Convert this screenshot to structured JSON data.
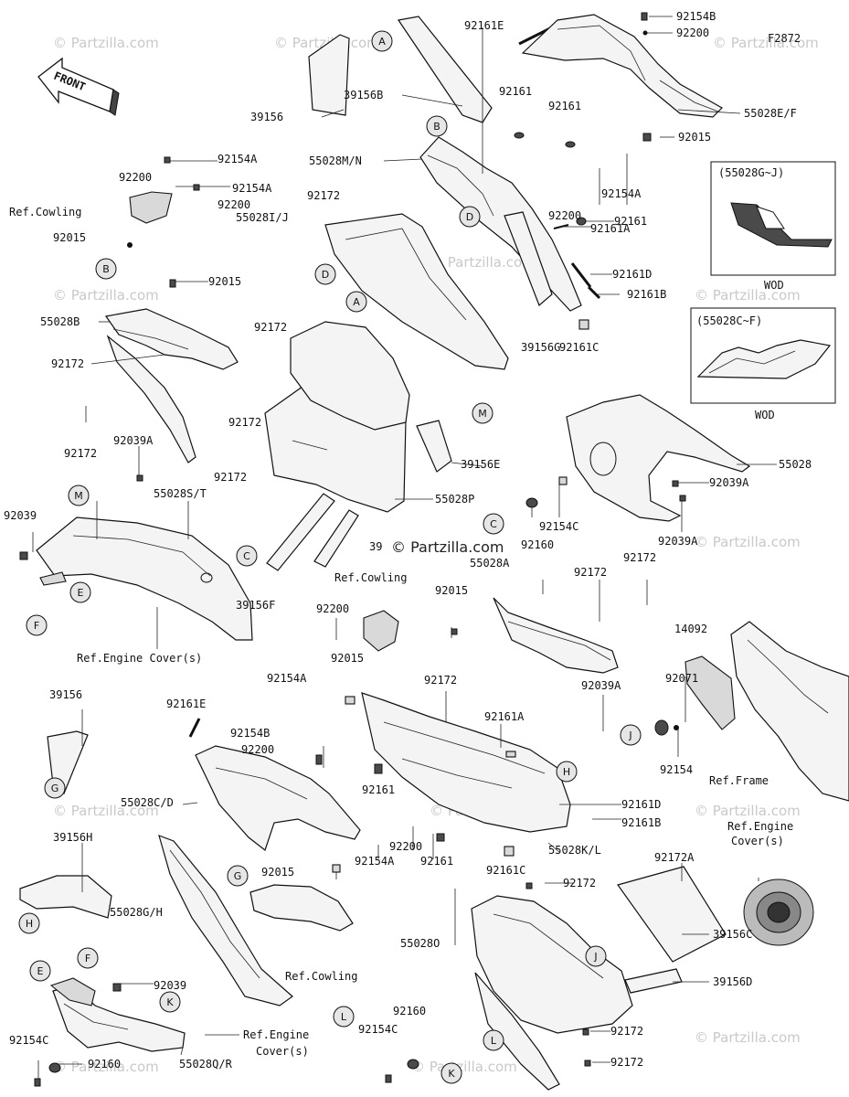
{
  "figure_code": "F2872",
  "front_label": "FRONT",
  "watermark": "© Partzilla.com",
  "watermark_center": "© Partzilla.com",
  "inset_top": {
    "title": "(55028G~J)",
    "caption": "WOD"
  },
  "inset_bottom": {
    "title": "(55028C~F)",
    "caption": "WOD"
  },
  "labels": {
    "p92154B_top": "92154B",
    "p92200_top": "92200",
    "p92161E_top": "92161E",
    "p55028EF": "55028E/F",
    "p92015_top": "92015",
    "p39156_top": "39156",
    "p39156B": "39156B",
    "p92161_a": "92161",
    "p92161_b": "92161",
    "p55028MN": "55028M/N",
    "p92154A_r": "92154A",
    "p92200_r": "92200",
    "p92161A_top": "92161A",
    "p92161_c": "92161",
    "p92161D_top": "92161D",
    "p92161B_top": "92161B",
    "p92161C_top": "92161C",
    "p39156G": "39156G",
    "p92172_a": "92172",
    "p55028IJ": "55028I/J",
    "p92154A_l": "92154A",
    "p92200_l": "92200",
    "p92154A_l2": "92154A",
    "p92200_l2": "92200",
    "refcowl_l": "Ref.Cowling",
    "p92015_l": "92015",
    "p92015_l2": "92015",
    "p55028B": "55028B",
    "p92172_b": "92172",
    "p92172_c": "92172",
    "p92172_d": "92172",
    "p92039A_l": "92039A",
    "p92172_e": "92172",
    "p92172_f": "92172",
    "p55028ST": "55028S/T",
    "p92039_l": "92039",
    "ref_engine_l": "Ref.Engine Cover(s)",
    "p39156E": "39156E",
    "p55028P": "55028P",
    "p39156F": "39156F",
    "p39_partial": "39",
    "p55028": "55028",
    "p92039A_r": "92039A",
    "p92039A_r2": "92039A",
    "p92154C_c": "92154C",
    "p92160_c": "92160",
    "p55028A": "55028A",
    "p92172_g": "92172",
    "p92172_h": "92172",
    "refcowl_c": "Ref.Cowling",
    "p92200_c": "92200",
    "p92015_c": "92015",
    "p92015_c2": "92015",
    "p92154A_c": "92154A",
    "p92172_i": "92172",
    "p92161A_c": "92161A",
    "p92039A_c": "92039A",
    "p14092": "14092",
    "p92071": "92071",
    "p92154": "92154",
    "ref_frame": "Ref.Frame",
    "p39156_l": "39156",
    "p92161E_l": "92161E",
    "p92154B_l": "92154B",
    "p92200_l3": "92200",
    "p55028CD": "55028C/D",
    "p92161_d": "92161",
    "p92161D_c": "92161D",
    "p92161B_c": "92161B",
    "p39156H": "39156H",
    "p92015_d": "92015",
    "p55028GH": "55028G/H",
    "refcowl_b": "Ref.Cowling",
    "p92154A_d": "92154A",
    "p92200_d": "92200",
    "p92161_e": "92161",
    "p55028KL": "55028K/L",
    "p92161C_c": "92161C",
    "ref_engine_r1": "Ref.Engine",
    "ref_engine_r2": "Cover(s)",
    "p92172A": "92172A",
    "p92172_j": "92172",
    "p55028O": "55028O",
    "p39156C": "39156C",
    "p39156D": "39156D",
    "p92039_b": "92039",
    "ref_engine_b1": "Ref.Engine",
    "ref_engine_b2": "Cover(s)",
    "p92154C_b": "92154C",
    "p92160_b": "92160",
    "p55028QR": "55028Q/R",
    "p92160_b2": "92160",
    "p92154C_b2": "92154C",
    "p92172_k": "92172",
    "p92172_l": "92172"
  },
  "callouts": {
    "A1": "A",
    "A2": "A",
    "B1": "B",
    "B2": "B",
    "C1": "C",
    "C2": "C",
    "D1": "D",
    "D2": "D",
    "E1": "E",
    "E2": "E",
    "F1": "F",
    "F2": "F",
    "G1": "G",
    "G2": "G",
    "H1": "H",
    "H2": "H",
    "J1": "J",
    "J2": "J",
    "K1": "K",
    "K2": "K",
    "L1": "L",
    "L2": "L",
    "M1": "M",
    "M2": "M"
  }
}
